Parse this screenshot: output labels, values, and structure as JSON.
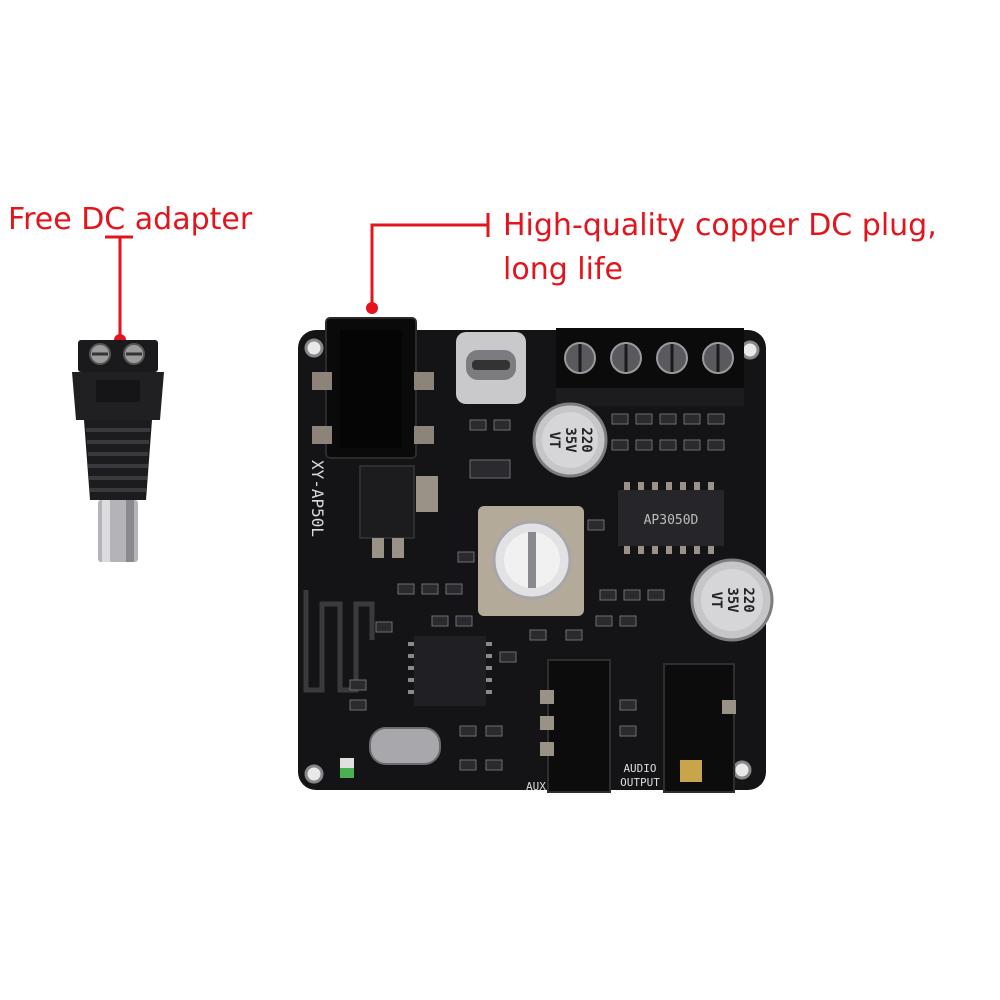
{
  "callouts": {
    "adapter": "Free DC adapter",
    "plug": "High-quality copper DC plug, long life"
  },
  "board": {
    "model": "XY-AP50L",
    "chip": "AP3050D",
    "cap_top": [
      "220",
      "35V",
      "VT"
    ],
    "cap_right": [
      "220",
      "35V",
      "VT"
    ],
    "aux_label": "AUX",
    "audio_label_1": "AUDIO",
    "audio_label_2": "OUTPUT"
  },
  "colors": {
    "accent": "#e3141b",
    "pcb": "#141416",
    "silk": "#dcdcdc"
  }
}
